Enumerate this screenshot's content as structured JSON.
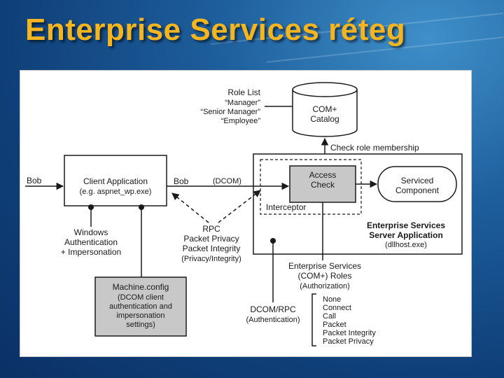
{
  "slide": {
    "title": "Enterprise Services réteg"
  },
  "diagram": {
    "role_list": {
      "heading": "Role List",
      "roles": [
        "“Manager”",
        "“Senior Manager”",
        "“Employee”"
      ]
    },
    "catalog": {
      "line1": "COM+",
      "line2": "Catalog"
    },
    "check_role": "Check role membership",
    "client_app": {
      "line1": "Client Application",
      "line2": "(e.g. aspnet_wp.exe)"
    },
    "bob_in": "Bob",
    "bob_out": "Bob",
    "dcom_label": "(DCOM)",
    "access_check": {
      "line1": "Access",
      "line2": "Check"
    },
    "serviced_component": {
      "line1": "Serviced",
      "line2": "Component"
    },
    "interceptor": "Interceptor",
    "server_app": {
      "line1": "Enterprise Services",
      "line2": "Server Application",
      "line3": "(dllhost.exe)"
    },
    "windows_auth": {
      "line1": "Windows",
      "line2": "Authentication",
      "line3": "+ Impersonation"
    },
    "rpc": {
      "line1": "RPC",
      "line2": "Packet Privacy",
      "line3": "Packet Integrity",
      "line4": "(Privacy/Integrity)"
    },
    "machine_config": {
      "line1": "Machine.config",
      "line2": "(DCOM client",
      "line3": "authentication and",
      "line4": "impersonation",
      "line5": "settings)"
    },
    "es_roles": {
      "line1": "Enterprise Services",
      "line2": "(COM+) Roles",
      "line3": "(Authorization)"
    },
    "dcom_rpc": {
      "line1": "DCOM/RPC",
      "line2": "(Authentication)"
    },
    "auth_levels": [
      "None",
      "Connect",
      "Call",
      "Packet",
      "Packet Integrity",
      "Packet Privacy"
    ]
  }
}
